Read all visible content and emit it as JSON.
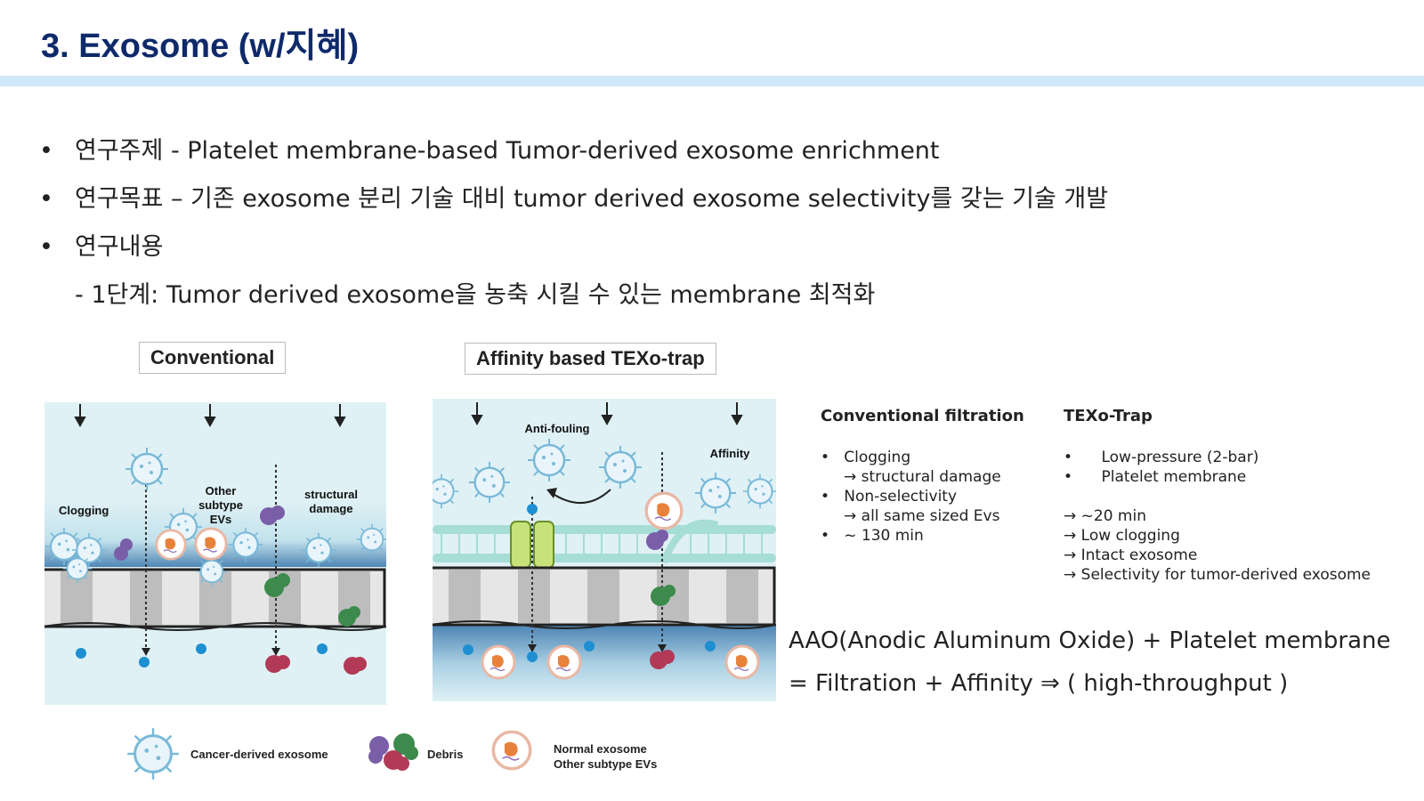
{
  "header": {
    "title": "3. Exosome (w/지혜)"
  },
  "bullets": [
    "연구주제 - Platelet membrane-based Tumor-derived exosome enrichment",
    "연구목표 – 기존 exosome 분리 기술 대비 tumor derived exosome selectivity를 갖는 기술 개발",
    "연구내용"
  ],
  "bullet_symbol": "•",
  "sub_item": "- 1단계: Tumor derived exosome을 농축 시킬 수 있는 membrane 최적화",
  "conventional": {
    "title": "Conventional",
    "labels": {
      "clogging": "Clogging",
      "other1": "Other",
      "other2": "subtype",
      "other3": "EVs",
      "struct1": "structural",
      "struct2": "damage"
    }
  },
  "texo": {
    "title": "Affinity based TEXo-trap",
    "labels": {
      "anti_fouling": "Anti-fouling",
      "affinity": "Affinity"
    }
  },
  "comparison": {
    "conventional_head": "Conventional filtration",
    "conventional_items": [
      "Clogging",
      "→ structural damage",
      "Non-selectivity",
      "→ all same sized Evs",
      "~ 130 min"
    ],
    "texo_head": "TEXo-Trap",
    "texo_items": [
      "Low-pressure (2-bar)",
      "Platelet membrane"
    ],
    "texo_results": [
      "→ ~20 min",
      "→ Low clogging",
      "→ Intact exosome",
      "→ Selectivity for tumor-derived exosome"
    ]
  },
  "formula": {
    "line1": "AAO(Anodic Aluminum Oxide) + Platelet membrane",
    "line2": "= Filtration + Affinity ⇒ ( high-throughput )"
  },
  "legend": {
    "cancer": "Cancer-derived exosome",
    "debris": "Debris",
    "normal1": "Normal exosome",
    "normal2": "Other subtype EVs"
  },
  "colors": {
    "title": "#0f2a6b",
    "title_bar": "#cfe9f8",
    "panel_bg": "#dff1f5",
    "membrane_gray": "#c9c9c9",
    "exosome": "#7ab9d8",
    "debris_purple": "#7a5ea8",
    "debris_green": "#3c8a4c",
    "debris_red": "#b23a56",
    "platelet_channel": "#c8e27a",
    "dot_blue": "#1e8fd1"
  }
}
